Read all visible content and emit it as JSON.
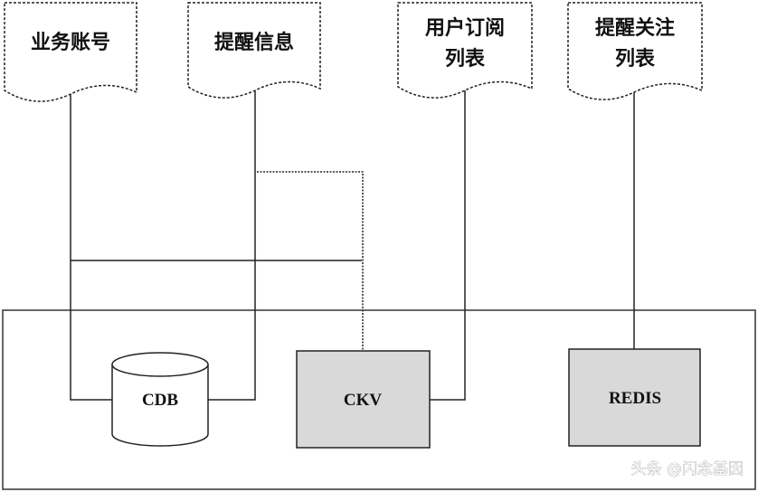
{
  "documents": {
    "business_account": {
      "label": [
        "业务账号"
      ]
    },
    "reminder_info": {
      "label": [
        "提醒信息"
      ]
    },
    "user_subscription_list": {
      "label": [
        "用户订阅",
        "列表"
      ]
    },
    "reminder_follow_list": {
      "label": [
        "提醒关注",
        "列表"
      ]
    }
  },
  "stores": {
    "cdb": {
      "label": "CDB"
    },
    "ckv": {
      "label": "CKV"
    },
    "redis": {
      "label": "REDIS"
    }
  },
  "watermark": "头条 @闪念基因",
  "colors": {
    "line": "#222222",
    "box_fill": "#d9d9d9",
    "background": "#ffffff"
  }
}
